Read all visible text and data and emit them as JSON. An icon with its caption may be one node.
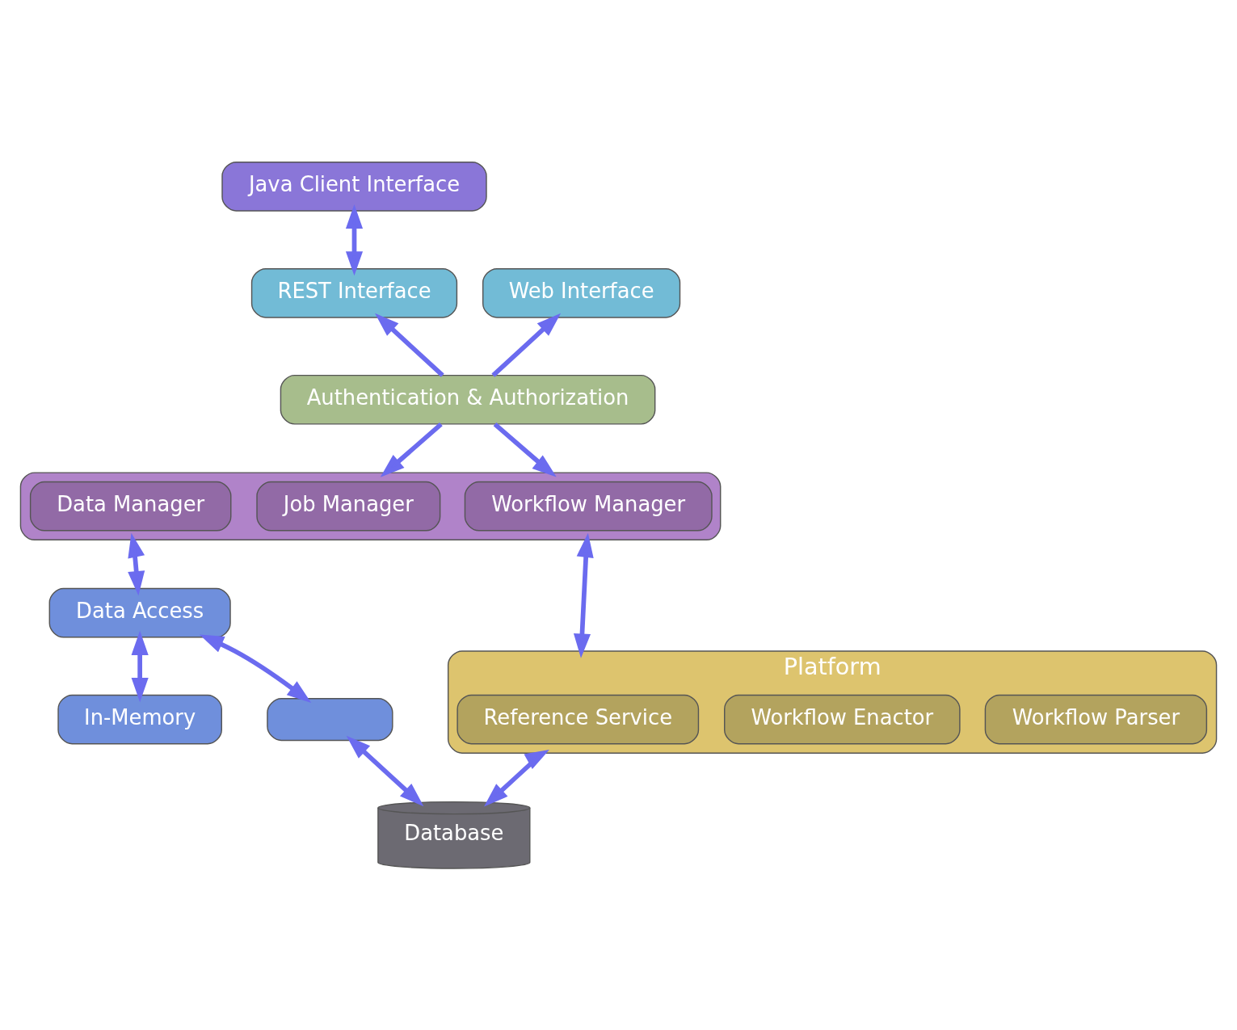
{
  "diagram": {
    "nodes": [
      {
        "text": [
          "Java Client Interface"
        ]
      },
      {
        "text": [
          "REST Interface"
        ]
      },
      {
        "text": [
          "Web Interface"
        ]
      },
      {
        "text": [
          "Authentication & Authorization"
        ]
      },
      {
        "text": [],
        "shape": "box"
      },
      {
        "text": [
          "Data Manager"
        ],
        "in": 4
      },
      {
        "text": [
          "Job Manager"
        ],
        "in": 4
      },
      {
        "text": [
          "Workflow Manager"
        ],
        "in": 4
      },
      {
        "text": [
          "Data Access"
        ]
      },
      {
        "text": [
          "Platform"
        ]
      },
      {
        "text": [
          "Reference Service"
        ],
        "in": 9
      },
      {
        "text": [
          "Workflow Enactor"
        ],
        "in": 9
      },
      {
        "text": [
          "Workflow Parser"
        ],
        "in": 9
      },
      {
        "text": [
          "In-Memory"
        ]
      },
      {
        "text": [],
        "shape": "box"
      },
      {
        "text": [
          "Database"
        ]
      }
    ],
    "edges": [
      {
        "from": 0,
        "to": 1,
        "arrow": "both"
      },
      {
        "from": 3,
        "to": 1,
        "arrow": "to"
      },
      {
        "from": 3,
        "to": 2,
        "arrow": "to"
      },
      {
        "from": 3,
        "to": 4,
        "arrow": "to"
      },
      {
        "from": 3,
        "to": 4,
        "arrow": "to"
      },
      {
        "from": 4,
        "to": 8,
        "arrow": "both"
      },
      {
        "from": 4,
        "to": 9,
        "arrow": "both"
      },
      {
        "from": 8,
        "to": 13,
        "arrow": "both"
      },
      {
        "from": 8,
        "to": 14,
        "arrow": "both"
      },
      {
        "from": 14,
        "to": 15,
        "arrow": "both"
      },
      {
        "from": 9,
        "to": 15,
        "arrow": "both"
      }
    ]
  }
}
